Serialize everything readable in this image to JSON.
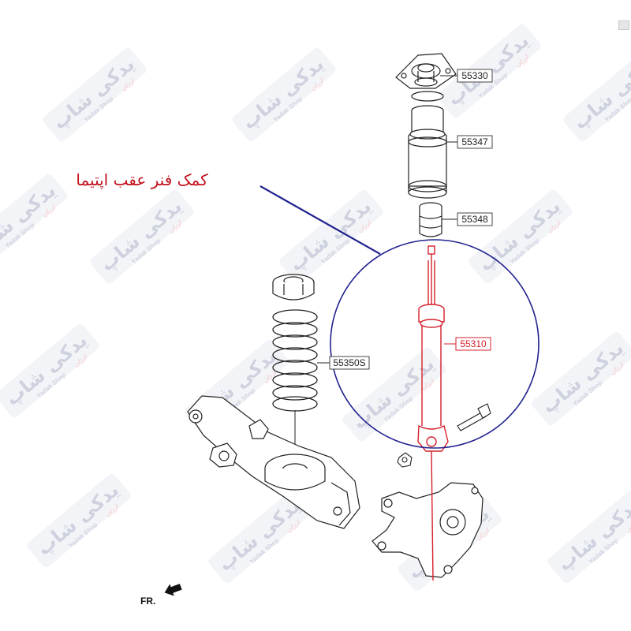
{
  "diagram": {
    "callout_title": "کمک فنر عقب اپتیما",
    "part_numbers": {
      "top_mount": "55330",
      "dust_boot": "55347",
      "bump_stopper": "55348",
      "shock_absorber": "55310",
      "coil_spring": "55350S"
    },
    "front_indicator": "FR.",
    "watermark": {
      "main": "یدکی شاپ",
      "sub_en": "Yadak Shop",
      "sub_tag": "ارزان"
    },
    "colors": {
      "highlight": "#d4202c",
      "callout_circle": "#22238f",
      "persian_text": "#c0121d",
      "watermark_blue": "#2a3d75",
      "watermark_red": "#e8313b"
    }
  }
}
